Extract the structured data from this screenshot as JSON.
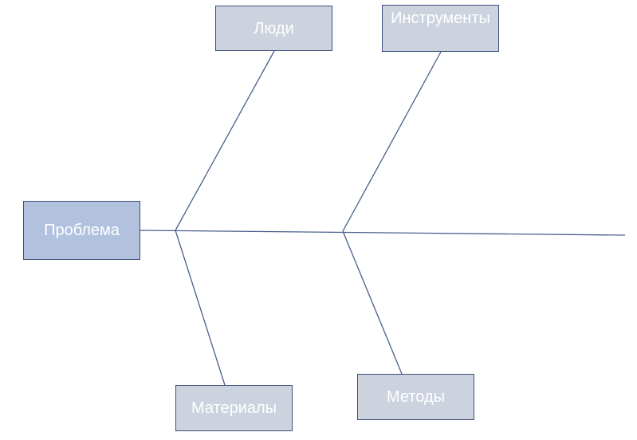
{
  "problem": {
    "label": "Проблема"
  },
  "categories": {
    "people": {
      "label": "Люди"
    },
    "tools": {
      "label": "Инструменты"
    },
    "materials": {
      "label": "Материалы"
    },
    "methods": {
      "label": "Методы"
    }
  },
  "colors": {
    "line": "#4a5f8c",
    "box_border": "#3b4f7a",
    "problem_fill": "#b2c1de",
    "category_fill": "#cdd3de",
    "label_text": "#ffffff"
  }
}
